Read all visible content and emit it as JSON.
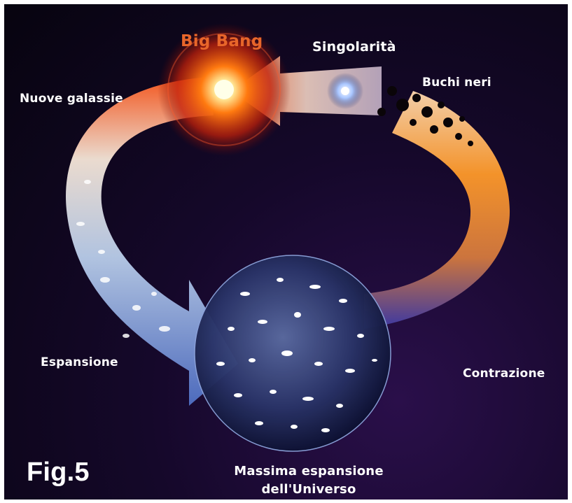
{
  "figure": {
    "label": "Fig.5"
  },
  "labels": {
    "big_bang": "Big Bang",
    "singolarita": "Singolarità",
    "buchi_neri": "Buchi neri",
    "nuove_galassie": "Nuove galassie",
    "espansione": "Espansione",
    "contrazione": "Contrazione",
    "massima_line1": "Massima espansione",
    "massima_line2": "dell'Universo"
  },
  "colors": {
    "big_bang_text": "#e8662a",
    "background": "#0e0620",
    "band_hot": "#ff5a1e",
    "band_cool": "#8db4e8",
    "band_orange": "#ff9a2a",
    "band_purple": "#3c3aa8"
  }
}
